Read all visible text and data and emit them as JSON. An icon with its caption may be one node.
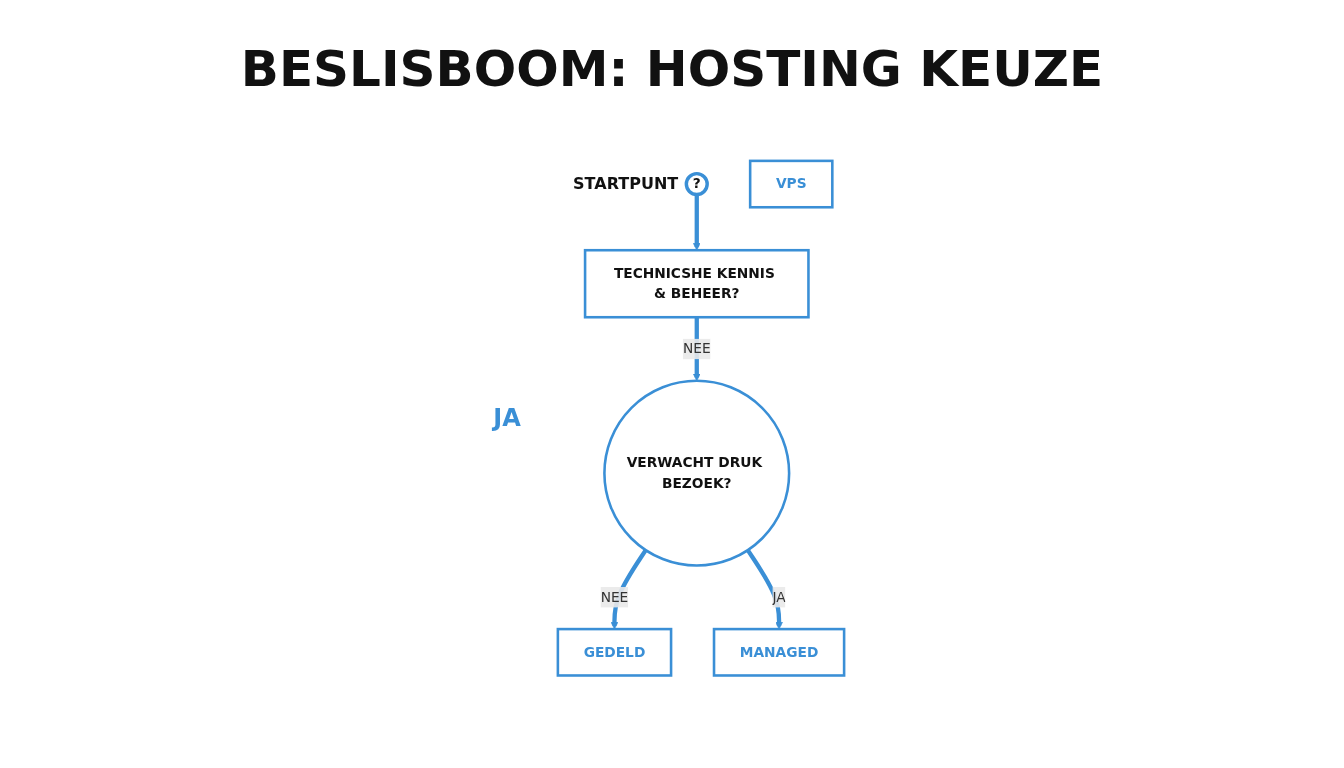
{
  "diagram": {
    "title": "BESLISBOOM: HOSTING KEUZE",
    "nodes": [
      {
        "text": [
          "?"
        ],
        "beside": [
          "STARTPUNT"
        ]
      },
      {
        "text": [
          "TECHNICSHE KENNIS & BEHEER?"
        ]
      },
      {
        "text": [
          "VPS"
        ]
      },
      {
        "text": [
          "GEDELD"
        ]
      },
      {
        "text": [
          "VERWACHT DRUK BEZOEK?"
        ]
      },
      {
        "text": [
          "MANAGED"
        ]
      }
    ],
    "edges": [
      {
        "from": 0,
        "to": 1,
        "arrow": "to"
      },
      {
        "from": 1,
        "to": 4,
        "arrow": "to",
        "label": "NEE"
      },
      {
        "from": 4,
        "to": 3,
        "arrow": "to",
        "label": "NEE"
      },
      {
        "from": 4,
        "to": 5,
        "arrow": "to",
        "label": "JA"
      }
    ],
    "labels": [
      "JA"
    ]
  }
}
